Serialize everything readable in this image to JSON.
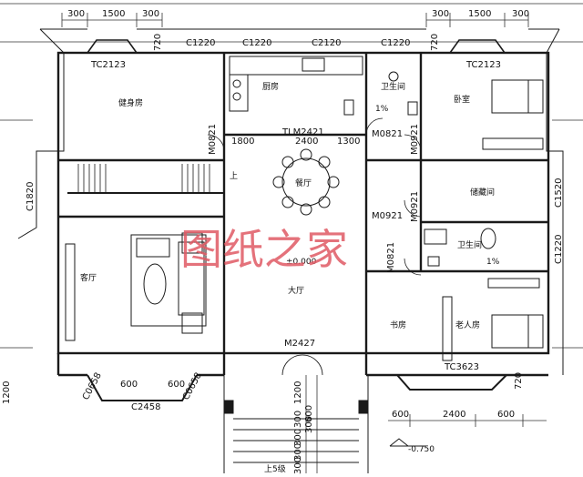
{
  "watermark": "图纸之家",
  "rooms": {
    "gym": "健身房",
    "kitchen": "厨房",
    "bathroom_top": "卫生间",
    "bedroom": "卧室",
    "dining": "餐厅",
    "storage": "储藏间",
    "bathroom_mid": "卫生间",
    "living": "客厅",
    "hall": "大厅",
    "study": "书房",
    "elder_bedroom": "老人房"
  },
  "labels": {
    "door_up": "上",
    "level_hall": "±0.000",
    "level_outside": "-0.750",
    "stairs_up": "上5级",
    "slope_top": "1%",
    "slope_mid": "1%"
  },
  "codes": {
    "tc2123_left": "TC2123",
    "tc2123_right": "TC2123",
    "tlm2421": "TLM2421",
    "m0821_left": "M0821",
    "m0821_mid": "M0821",
    "m0921_a": "M0921",
    "m0921_b": "M0921",
    "m0921_c": "M0921",
    "m0821_low": "M0821",
    "m2427": "M2427",
    "tc3623": "TC3623",
    "c0658_left": "C0658",
    "c0658_right": "C0658",
    "c2458": "C2458",
    "c1820": "C1820",
    "c1520": "C1520",
    "c1220_right": "C1220",
    "c1220_t1": "C1220",
    "c1220_t2": "C1220",
    "c2120_t": "C2120",
    "c1220_t3": "C1220"
  },
  "dimensions": {
    "top_left": [
      "300",
      "1500",
      "300"
    ],
    "top_right": [
      "300",
      "1500",
      "300"
    ],
    "tlm_row": [
      "1800",
      "2400",
      "1300"
    ],
    "bottom_right": [
      "600",
      "2400",
      "600"
    ],
    "side_720_a": "720",
    "side_720_b": "720",
    "side_720_c": "720",
    "left_1200": "1200",
    "bay_600_left": "600",
    "bay_600_right": "600",
    "entry_1200": "1200",
    "entry_300a": "300",
    "entry_600": "600",
    "entry_300b": "300",
    "stair_300a": "300",
    "stair_300b": "300",
    "stair_300c": "300"
  },
  "colors": {
    "line": "#1a1a1a",
    "watermark": "#e05a64"
  }
}
